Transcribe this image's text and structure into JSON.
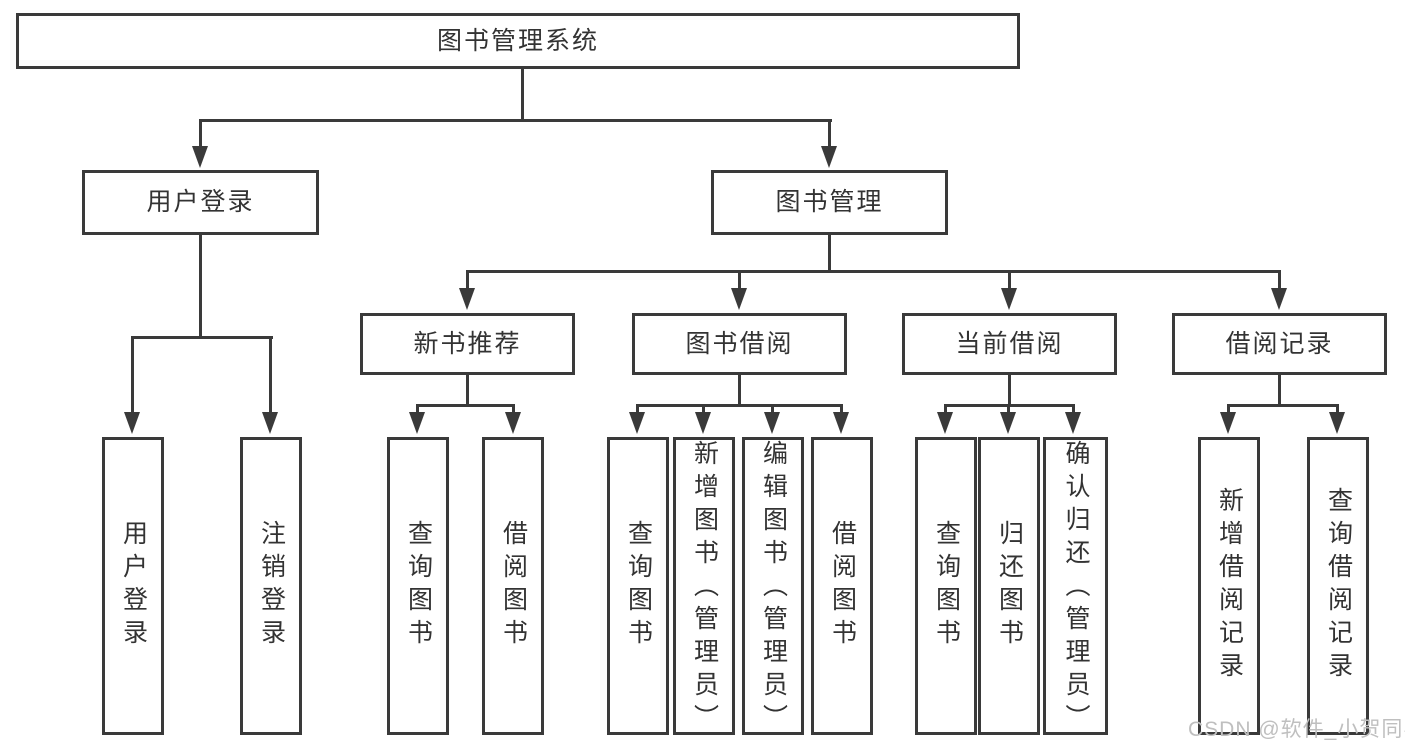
{
  "diagram": {
    "root": {
      "label": "图书管理系统"
    },
    "level2": [
      {
        "label": "用户登录"
      },
      {
        "label": "图书管理"
      }
    ],
    "level3": [
      {
        "label": "新书推荐",
        "parent": "图书管理"
      },
      {
        "label": "图书借阅",
        "parent": "图书管理"
      },
      {
        "label": "当前借阅",
        "parent": "图书管理"
      },
      {
        "label": "借阅记录",
        "parent": "图书管理"
      }
    ],
    "leaves": [
      {
        "label": "用户登录",
        "parent": "用户登录"
      },
      {
        "label": "注销登录",
        "parent": "用户登录"
      },
      {
        "label": "查询图书",
        "parent": "新书推荐"
      },
      {
        "label": "借阅图书",
        "parent": "新书推荐"
      },
      {
        "label": "查询图书",
        "parent": "图书借阅"
      },
      {
        "label": "新增图书（管理员）",
        "parent": "图书借阅"
      },
      {
        "label": "编辑图书（管理员）",
        "parent": "图书借阅"
      },
      {
        "label": "借阅图书",
        "parent": "图书借阅"
      },
      {
        "label": "查询图书",
        "parent": "当前借阅"
      },
      {
        "label": "归还图书",
        "parent": "当前借阅"
      },
      {
        "label": "确认归还（管理员）",
        "parent": "当前借阅"
      },
      {
        "label": "新增借阅记录",
        "parent": "借阅记录"
      },
      {
        "label": "查询借阅记录",
        "parent": "借阅记录"
      }
    ],
    "watermark": "CSDN @软件_小贺同学",
    "colors": {
      "line": "#3a3a3a",
      "text": "#333333",
      "box_background": "#ffffff",
      "page_background": "#ffffff",
      "watermark": "#bfbfbf"
    }
  }
}
